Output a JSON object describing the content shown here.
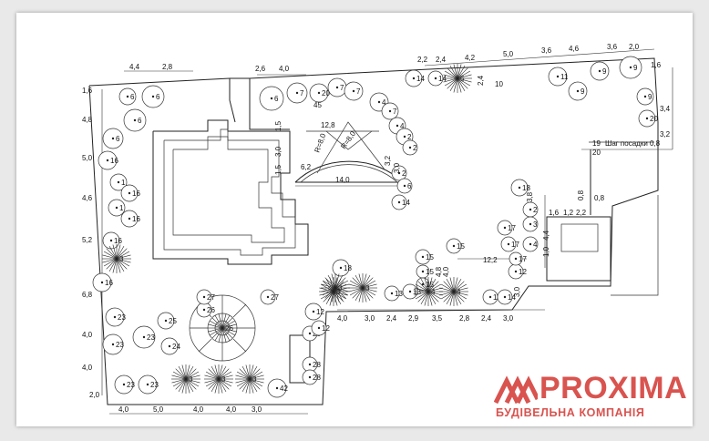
{
  "brand": {
    "name": "PROXIMA",
    "subtitle": "БУДІВЕЛЬНА КОМПАНІЯ",
    "color": "#d9534f"
  },
  "plan": {
    "note": "Шаг посадки 0,8",
    "dimensions": {
      "top_left": [
        "4,4",
        "2,8"
      ],
      "top_mid": [
        "2,6",
        "4,0"
      ],
      "top_right": [
        "2,2",
        "2,4",
        "4,2",
        "5,0",
        "3,6",
        "4,6",
        "3,6",
        "2,0"
      ],
      "left_side": [
        "1,6",
        "4,8",
        "5,0",
        "4,6",
        "5,2",
        "6,8",
        "4,0",
        "4,0",
        "2,0"
      ],
      "bottom": [
        "4,0",
        "5,0",
        "4,0",
        "4,0",
        "3,0"
      ],
      "bottom_right": [
        "4,0",
        "3,0",
        "2,4",
        "2,9",
        "3,5",
        "2,8",
        "2,4",
        "3,0"
      ],
      "right_side": [
        "1,6",
        "3,4",
        "3,2"
      ],
      "misc": [
        "12,8",
        "45",
        "R=8,0",
        "R=8,0",
        "6,2",
        "14,0",
        "1,5",
        "3,0",
        "1,5",
        "3,2",
        "3,0",
        "2,4",
        "4,4",
        "1,0",
        "3,8",
        "0,8",
        "0,8",
        "1,6",
        "1,2",
        "2,2",
        "12,2",
        "4,8",
        "4,0",
        "3,0"
      ]
    },
    "tree_labels": [
      "6",
      "6",
      "6",
      "6",
      "16",
      "1",
      "16",
      "1",
      "16",
      "16",
      "3",
      "16",
      "23",
      "23",
      "23",
      "23",
      "23",
      "25",
      "26",
      "24",
      "3",
      "3",
      "3",
      "3",
      "42",
      "26",
      "27",
      "27",
      "28",
      "28",
      "28",
      "12",
      "12",
      "18",
      "3",
      "3",
      "13",
      "13",
      "4",
      "4",
      "14",
      "14",
      "15",
      "15",
      "15",
      "15",
      "12",
      "17",
      "17",
      "17",
      "18",
      "2",
      "3",
      "4",
      "6",
      "7",
      "20",
      "7",
      "7",
      "4",
      "7",
      "4",
      "2",
      "2",
      "2",
      "6",
      "14",
      "14",
      "14",
      "5",
      "10",
      "11",
      "9",
      "9",
      "9",
      "9",
      "20",
      "19"
    ]
  }
}
